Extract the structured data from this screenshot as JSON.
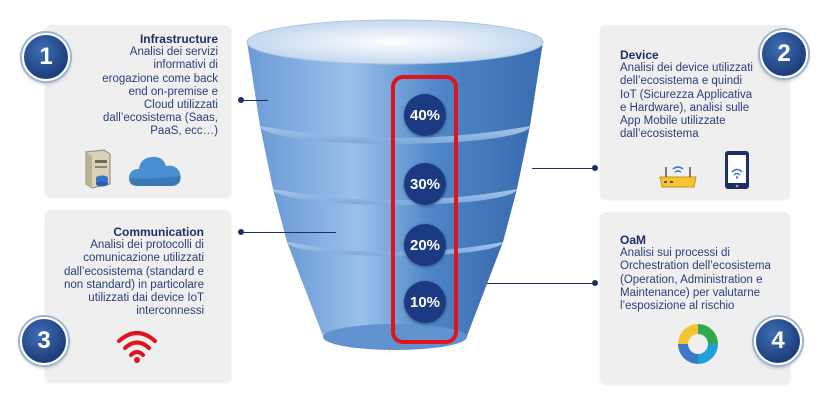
{
  "funnel": {
    "percentages": [
      "40%",
      "30%",
      "20%",
      "10%"
    ],
    "highlight_color": "#e0141e",
    "funnel_color": "#4f86c8"
  },
  "panels": [
    {
      "number": "1",
      "title": "Infrastructure",
      "lines": [
        "Analisi dei servizi",
        "informativi di",
        "erogazione come back",
        "end on-premise e",
        "Cloud utilizzati",
        "dall’ecosistema (Saas,",
        "PaaS, ecc…)"
      ],
      "icons": [
        "server-icon",
        "cloud-icon"
      ]
    },
    {
      "number": "2",
      "title": "Device",
      "lines": [
        "Analisi dei device utilizzati",
        "dell’ecosistema e quindi",
        "IoT (Sicurezza Applicativa",
        "e Hardware), analisi sulle",
        "App Mobile utilizzate",
        "dall’ecosistema"
      ],
      "icons": [
        "router-icon",
        "smartphone-icon"
      ]
    },
    {
      "number": "3",
      "title": "Communication",
      "lines": [
        "Analisi dei protocolli di",
        "comunicazione utilizzati",
        "dall’ecosistema (standard e",
        "non standard) in particolare",
        "utilizzati dai device IoT",
        "interconnessi"
      ],
      "icons": [
        "wifi-icon"
      ]
    },
    {
      "number": "4",
      "title": "OaM",
      "lines": [
        "Analisi sui processi di",
        "Orchestration dell’ecosistema",
        "(Operation, Administration e",
        "Maintenance) per valutarne",
        "l’esposizione al rischio"
      ],
      "icons": [
        "cycle-icon"
      ]
    }
  ]
}
